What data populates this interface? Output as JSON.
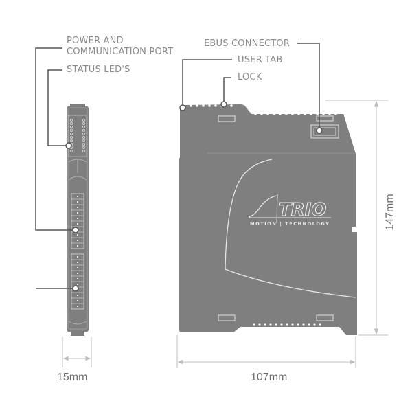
{
  "labels": {
    "power_port_line1": "POWER AND",
    "power_port_line2": "COMMUNICATION PORT",
    "status_leds": "STATUS LED'S",
    "ebus_connector": "EBUS CONNECTOR",
    "user_tab": "USER TAB",
    "lock": "LOCK"
  },
  "dimensions": {
    "width_side": "15mm",
    "width_front": "107mm",
    "height": "147mm"
  },
  "logo": {
    "brand": "TRIO",
    "tagline_left": "MOTION",
    "tagline_right": "TECHNOLOGY"
  },
  "colors": {
    "body": "#7f7f7f",
    "outline": "#d9d9d9",
    "leader": "#555555",
    "dim_line": "#bdbdbd",
    "text": "#8a8a8a"
  }
}
